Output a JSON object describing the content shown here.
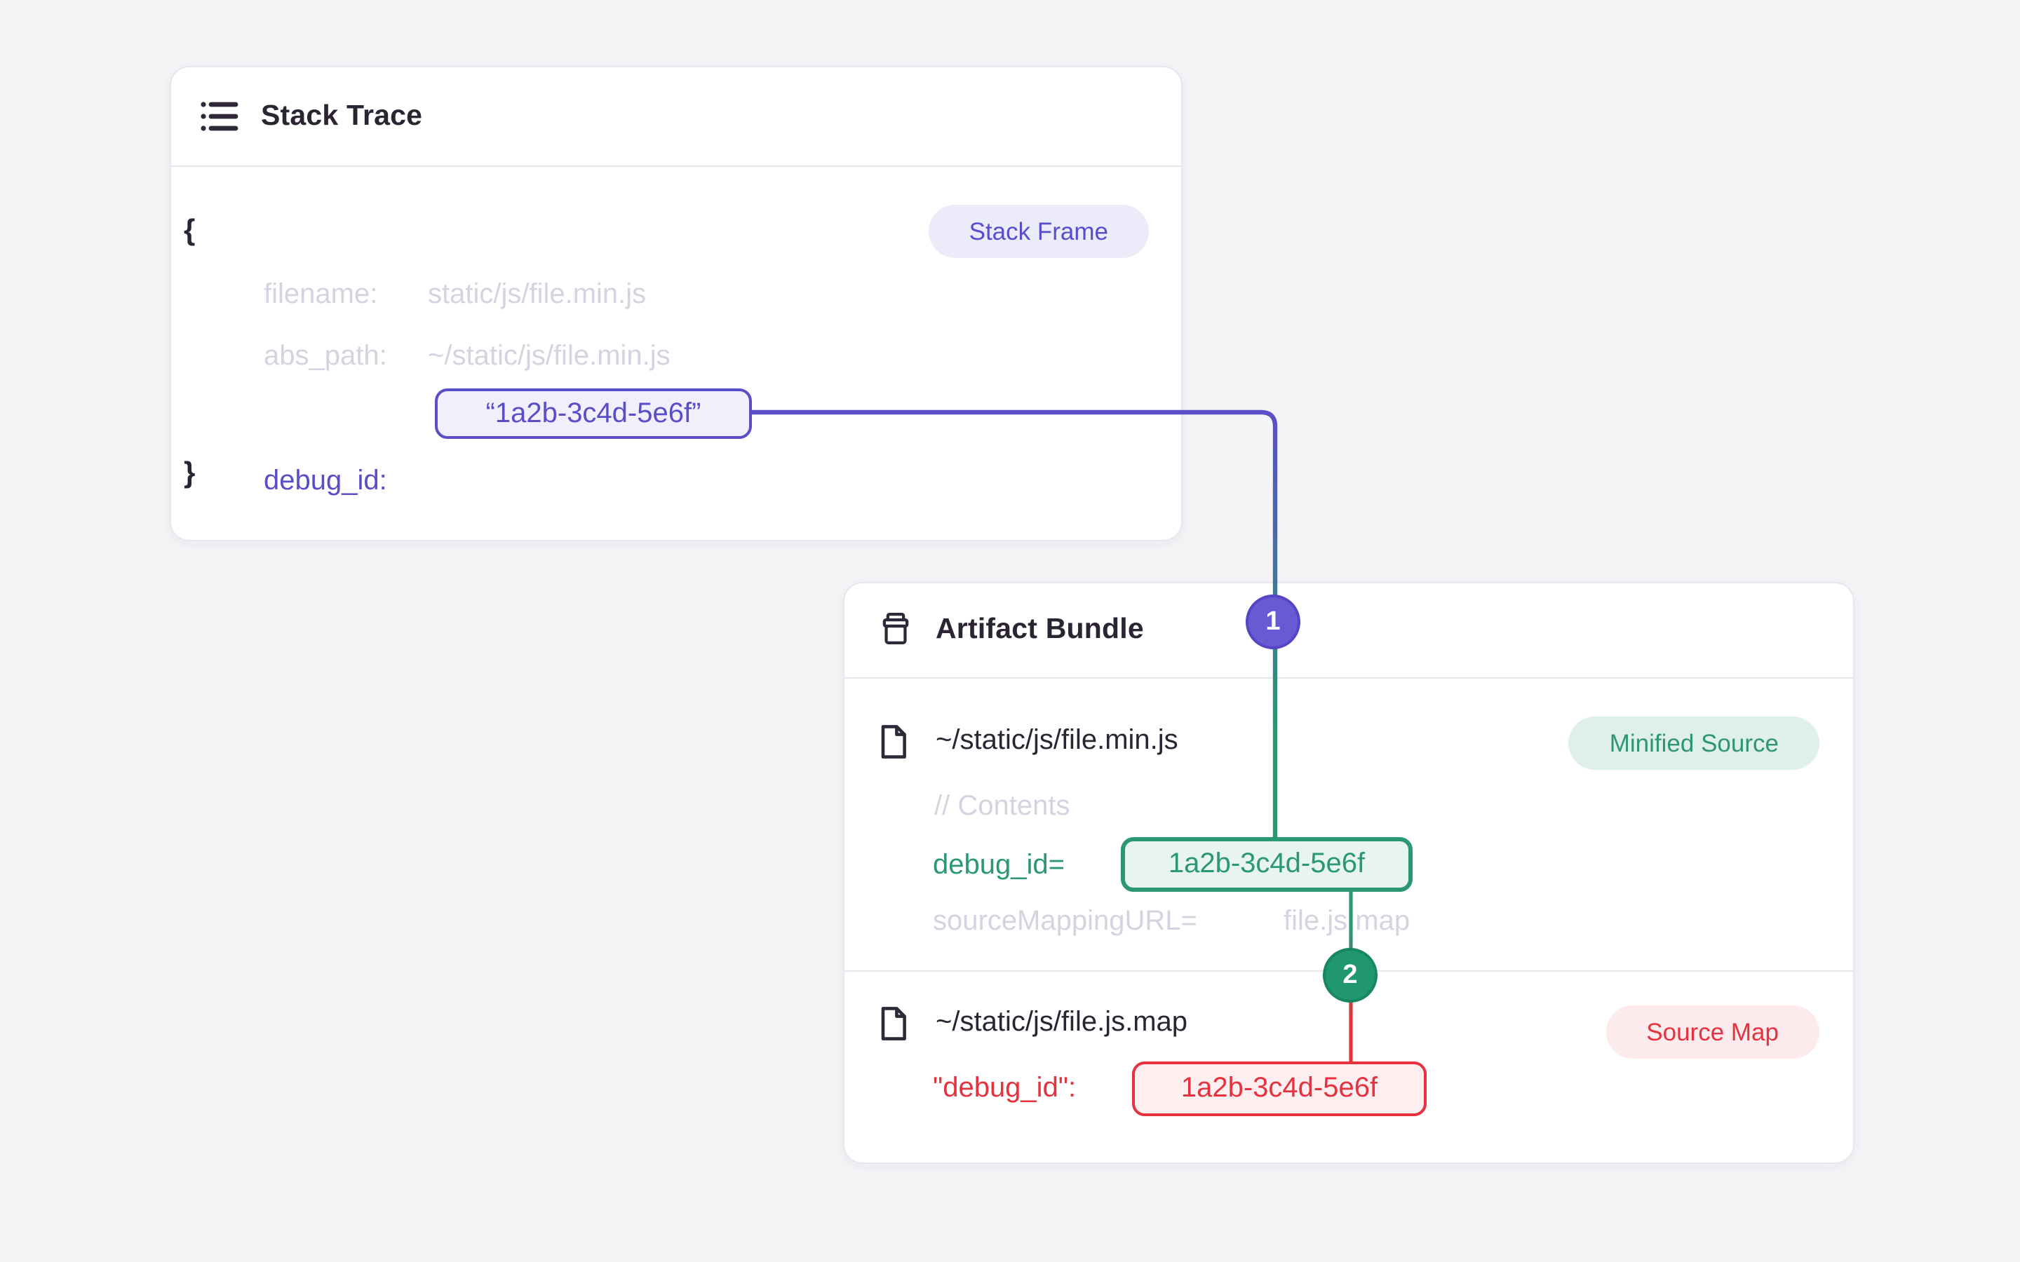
{
  "page": {
    "background": "#f4f4f7"
  },
  "stack_trace": {
    "title": "Stack Trace",
    "icon": "list-icon",
    "frame_badge": {
      "label": "Stack Frame",
      "color": "#5b4ccb",
      "bg": "#ecebfa"
    },
    "open_brace": "{",
    "close_brace": "}",
    "fields": [
      {
        "label": "filename:",
        "value": "static/js/file.min.js"
      },
      {
        "label": "abs_path:",
        "value": "~/static/js/file.min.js"
      },
      {
        "label": "debug_id:",
        "value": "“1a2b-3c4d-5e6f”"
      }
    ],
    "debug_id_box": {
      "value": "“1a2b-3c4d-5e6f”",
      "color": "#5a4dc8",
      "bg": "#f1effc"
    }
  },
  "artifact_bundle": {
    "title": "Artifact Bundle",
    "icon": "archive-icon",
    "files": [
      {
        "path": "~/static/js/file.min.js",
        "badge": {
          "label": "Minified Source",
          "color": "#2f9573",
          "bg": "#dff0e9"
        },
        "comment": "// Contents",
        "debug_line": {
          "label": "debug_id=",
          "boxed_value": "1a2b-3c4d-5e6f",
          "color": "#2a9873",
          "bg": "#e8f5ee"
        },
        "source_mapping_line": {
          "label": "sourceMappingURL=",
          "value": "file.js.map"
        }
      },
      {
        "path": "~/static/js/file.js.map",
        "badge": {
          "label": "Source Map",
          "color": "#e5323e",
          "bg": "#fdeaec"
        },
        "debug_line": {
          "label": "\"debug_id\":",
          "boxed_value": "1a2b-3c4d-5e6f",
          "color": "#e5323e",
          "bg": "#fdeff0"
        }
      }
    ]
  },
  "connectors": [
    {
      "marker": "1",
      "color_start": "#5b4fc8",
      "color_end": "#2a9873",
      "circle_fill": "#675ad3"
    },
    {
      "marker": "2",
      "color_start": "#2a9873",
      "color_end": "#e5323e",
      "circle_fill": "#21976f"
    }
  ]
}
